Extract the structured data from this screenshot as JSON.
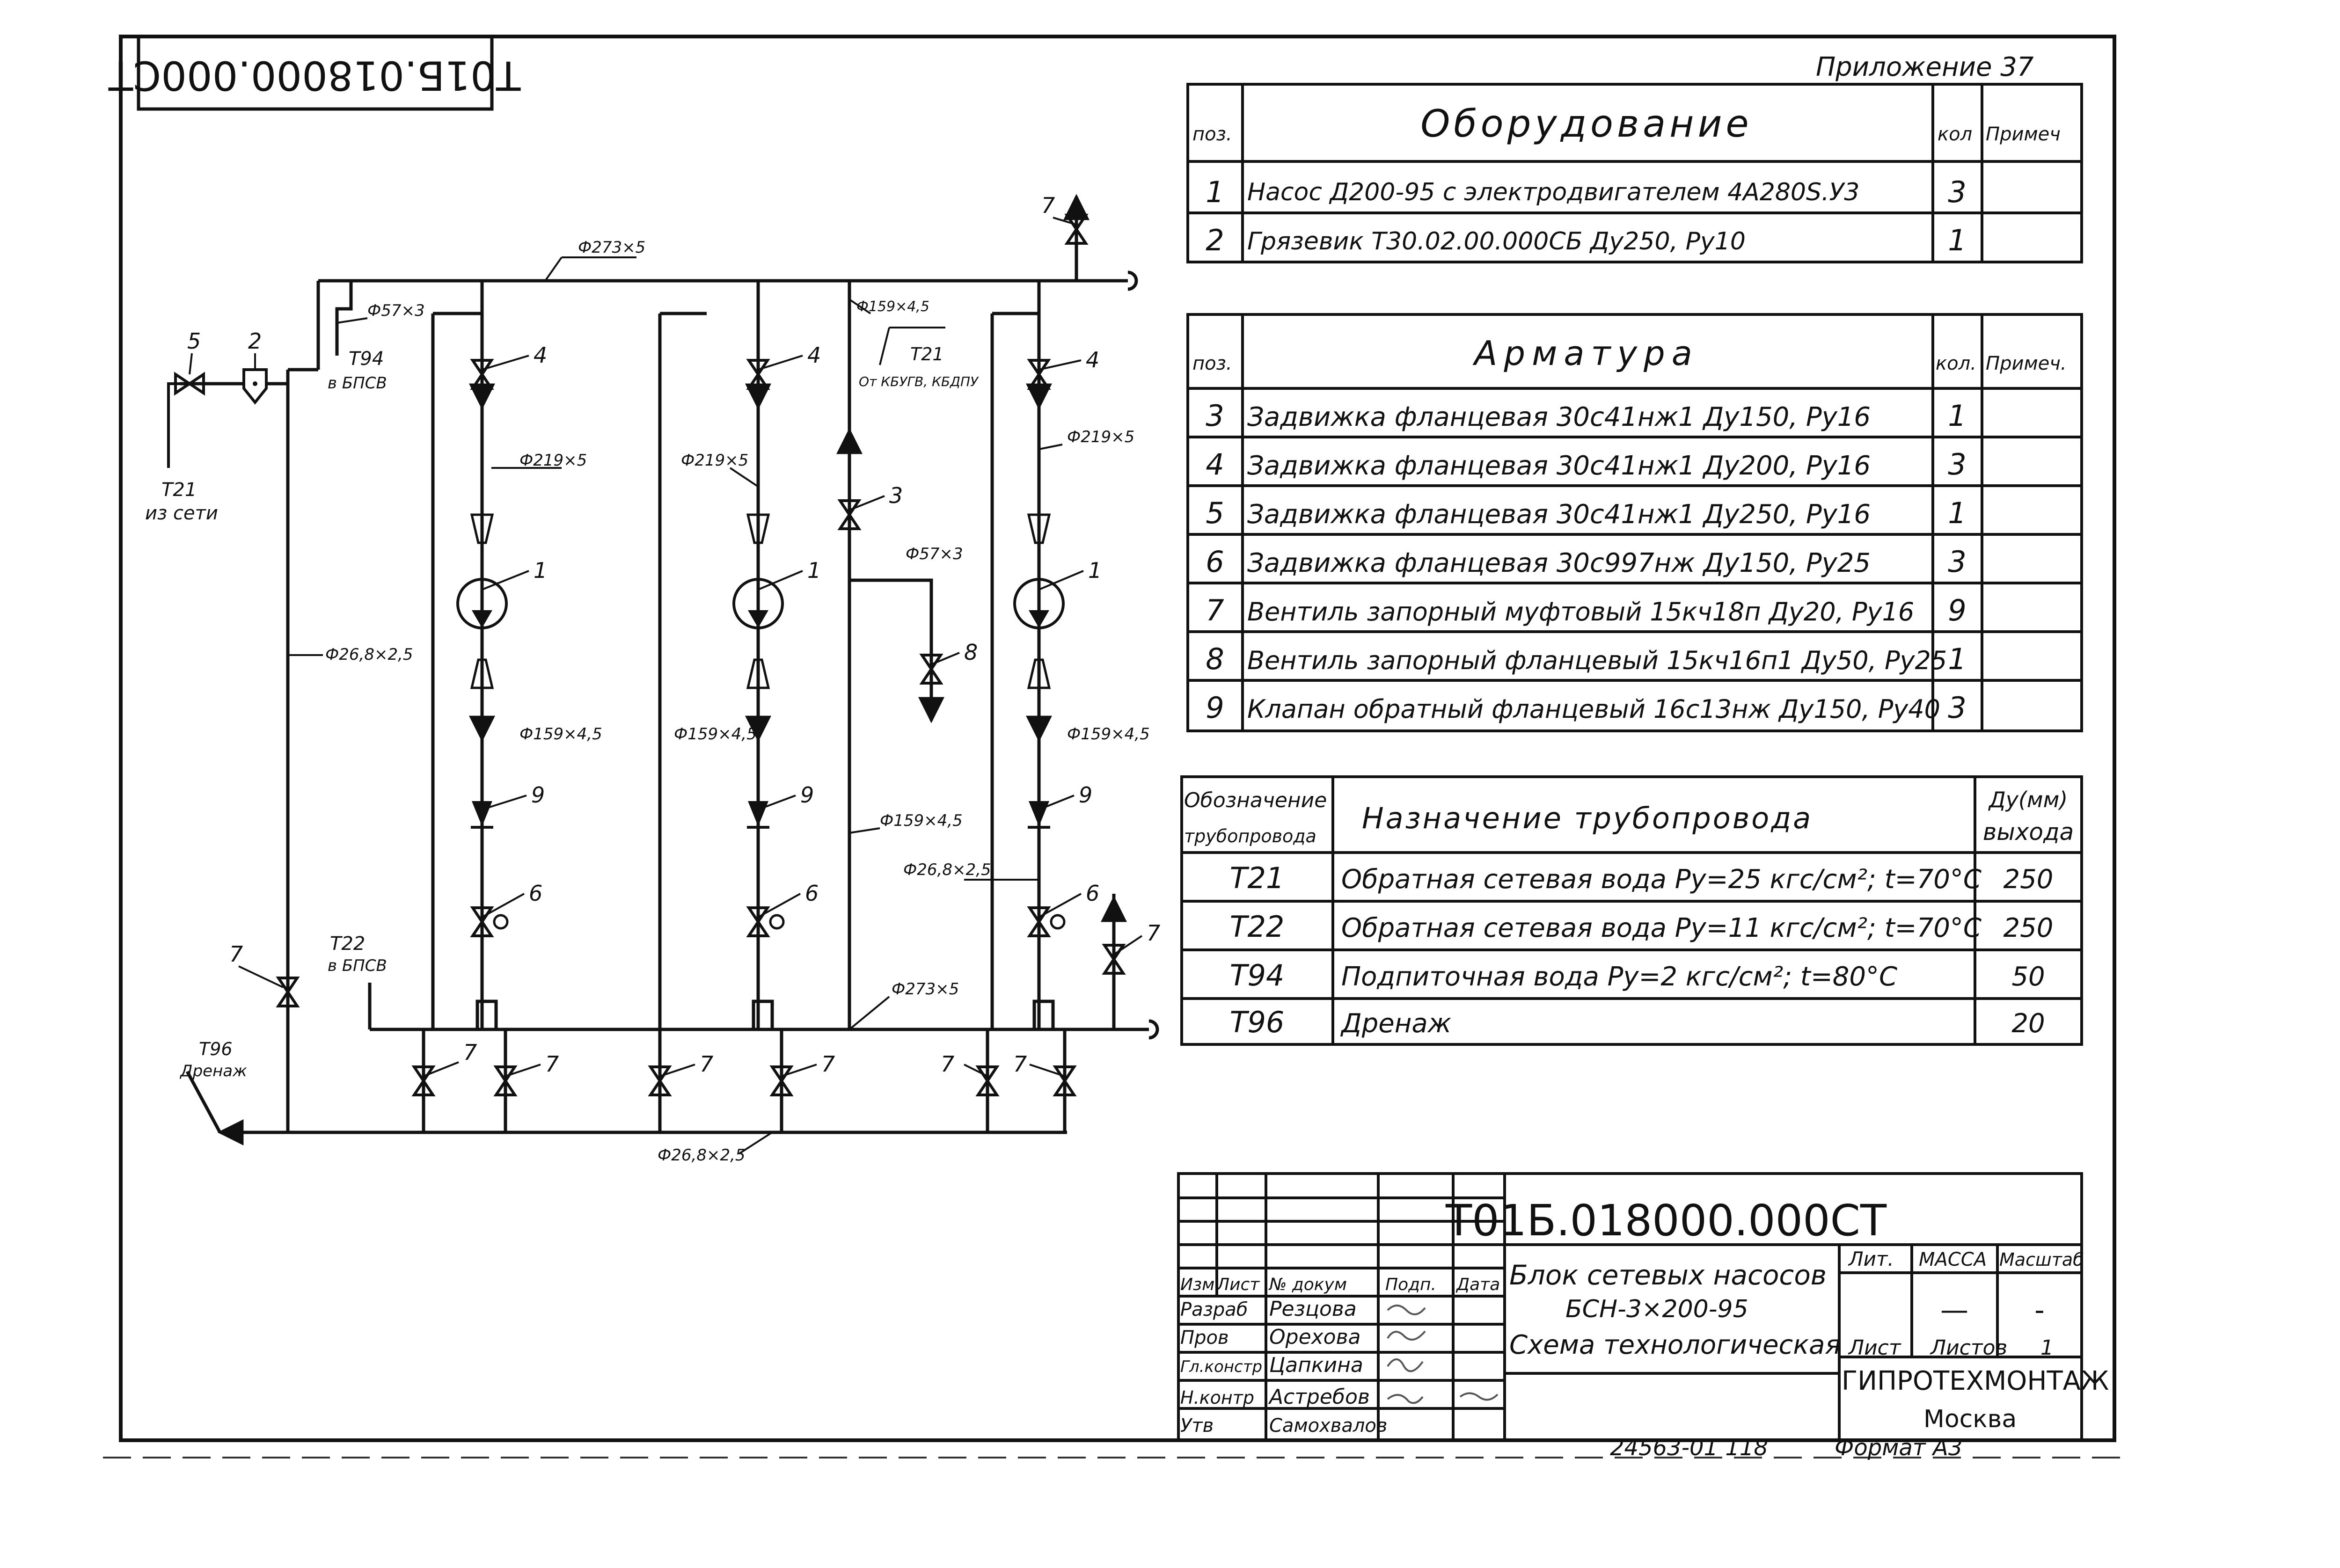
{
  "stamp_top": "Т01Б.018000.000СТ",
  "appendix": "Приложение 37",
  "equipment_table": {
    "title": "Оборудование",
    "headers": {
      "pos": "поз.",
      "qty": "кол",
      "note": "Примеч"
    },
    "rows": [
      {
        "pos": "1",
        "name": "Насос Д200-95 с электродвигателем 4А280S.У3",
        "qty": "3"
      },
      {
        "pos": "2",
        "name": "Грязевик Т30.02.00.000СБ  Ду250, Ру10",
        "qty": "1"
      }
    ]
  },
  "fittings_table": {
    "title": "Арматура",
    "headers": {
      "pos": "поз.",
      "qty": "кол.",
      "note": "Примеч."
    },
    "rows": [
      {
        "pos": "3",
        "name": "Задвижка  фланцевая 30с41нж1 Ду150, Ру16",
        "qty": "1"
      },
      {
        "pos": "4",
        "name": "Задвижка  фланцевая 30с41нж1 Ду200, Ру16",
        "qty": "3"
      },
      {
        "pos": "5",
        "name": "Задвижка  фланцевая 30с41нж1 Ду250, Ру16",
        "qty": "1"
      },
      {
        "pos": "6",
        "name": "Задвижка фланцевая 30с997нж  Ду150, Ру25",
        "qty": "3"
      },
      {
        "pos": "7",
        "name": "Вентиль запорный муфтовый 15кч18п Ду20, Ру16",
        "qty": "9"
      },
      {
        "pos": "8",
        "name": "Вентиль запорный фланцевый 15кч16п1 Ду50, Ру25",
        "qty": "1"
      },
      {
        "pos": "9",
        "name": "Клапан обратный фланцевый 16с13нж Ду150, Ру40",
        "qty": "3"
      }
    ]
  },
  "pipeline_table": {
    "headers": {
      "code1": "Обозначение",
      "code2": "трубопровода",
      "purpose": "Назначение   трубопровода",
      "du1": "Ду(мм)",
      "du2": "выхода"
    },
    "rows": [
      {
        "code": "Т21",
        "purpose": "Обратная сетевая вода  Ру=25 кгс/см²; t=70°С",
        "du": "250"
      },
      {
        "code": "Т22",
        "purpose": "Обратная сетевая вода Ру=11 кгс/см²; t=70°С",
        "du": "250"
      },
      {
        "code": "Т94",
        "purpose": "Подпиточная вода   Ру=2 кгс/см²; t=80°С",
        "du": "50"
      },
      {
        "code": "Т96",
        "purpose": "Дренаж",
        "du": "20"
      }
    ]
  },
  "title_block": {
    "doc_code": "Т01Б.018000.000СТ",
    "name_line1": "Блок сетевых насосов",
    "name_line2": "БСН-3×200-95",
    "name_line3": "Схема технологическая",
    "col_headers": [
      "Изм",
      "Лист",
      "№ докум",
      "Подп.",
      "Дата"
    ],
    "roles": [
      {
        "role": "Разраб",
        "person": "Резцова"
      },
      {
        "role": "Пров",
        "person": "Орехова"
      },
      {
        "role": "Гл.констр",
        "person": "Цапкина"
      },
      {
        "role": "Н.контр",
        "person": "Астребов"
      },
      {
        "role": "Утв",
        "person": "Самохвалов"
      }
    ],
    "lit_label": "Лит.",
    "mass_label": "МАССА",
    "scale_label": "Масштаб",
    "mass_value": "—",
    "scale_value": "-",
    "sheet_label": "Лист",
    "sheets_label": "Листов",
    "sheets_value": "1",
    "org": "ГИПРОТЕХМОНТАЖ",
    "city": "Москва"
  },
  "bottom_note": "24563-01   118",
  "format_note": "Формат А3",
  "diagram": {
    "pipe_labels": {
      "main_supply": "Ф273×5",
      "main_return": "Ф273×5",
      "makeup": "Ф57×3",
      "drain_line": "Ф26,8×2,5",
      "drain_bottom": "Ф26,8×2,5",
      "pump_suction": "Ф219×5",
      "pump_discharge": "Ф159×4,5",
      "bypass": "Ф159×4,5",
      "bypass_top": "Ф159×4,5",
      "drain_branch": "Ф57×3",
      "vent_right": "Ф26,8×2,5"
    },
    "stream_labels": {
      "t94": "Т94",
      "t94_sub": "в БПСВ",
      "t21_left": "Т21",
      "t21_left_sub": "из сети",
      "t21_mid": "Т21",
      "t21_mid_sub": "От КБУГВ, КБДПУ",
      "t22": "Т22",
      "t22_sub": "в БПСВ",
      "t96": "Т96",
      "t96_sub": "Дренаж"
    },
    "callouts": [
      "1",
      "2",
      "3",
      "4",
      "5",
      "6",
      "7",
      "8",
      "9"
    ]
  }
}
